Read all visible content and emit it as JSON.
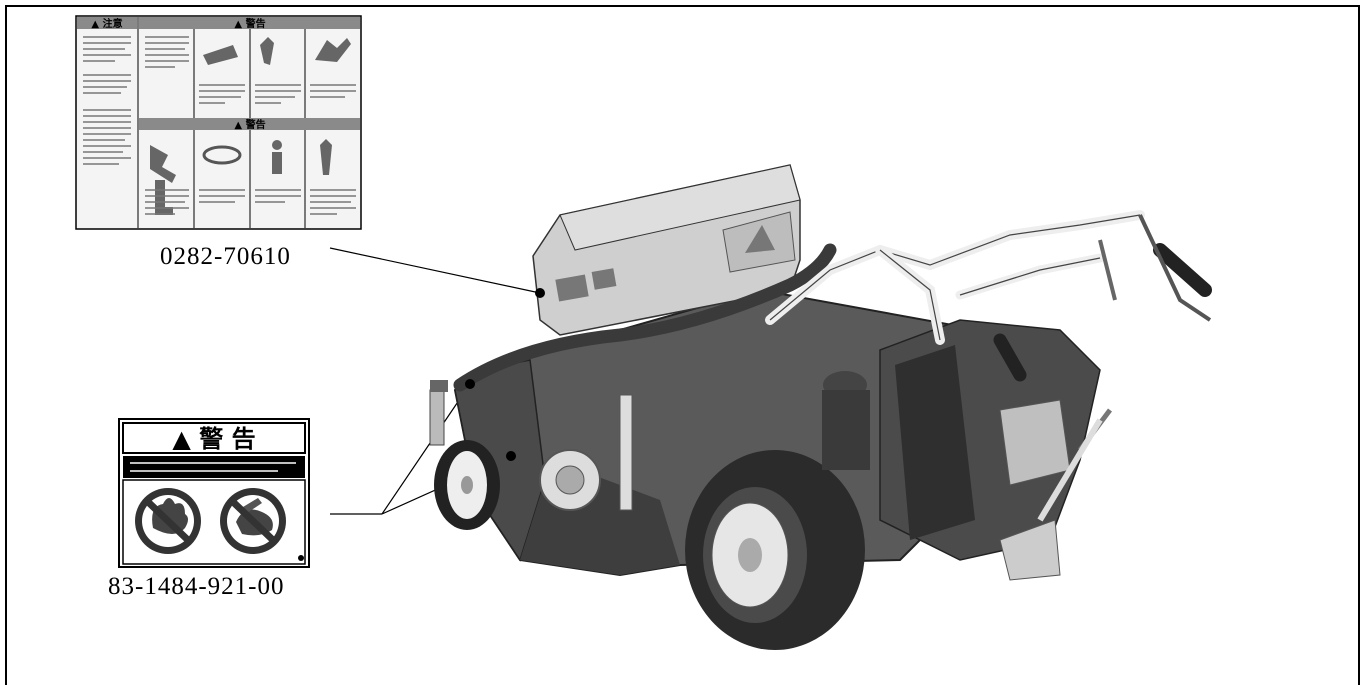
{
  "labels": {
    "top": {
      "part_number": "0282-70610",
      "caution_heading": "▲ 注意",
      "warning_heading": "▲ 警告",
      "warning_heading_2": "▲ 警告"
    },
    "bottom": {
      "part_number": "83-1484-921-00",
      "heading": "▲ 警 告"
    }
  },
  "colors": {
    "frame": "#000000",
    "label_header": "#8a8a8a",
    "body_gray": "#5a5a5a",
    "cover_gray": "#cfcfcf",
    "frame_white": "#eeeeee"
  }
}
